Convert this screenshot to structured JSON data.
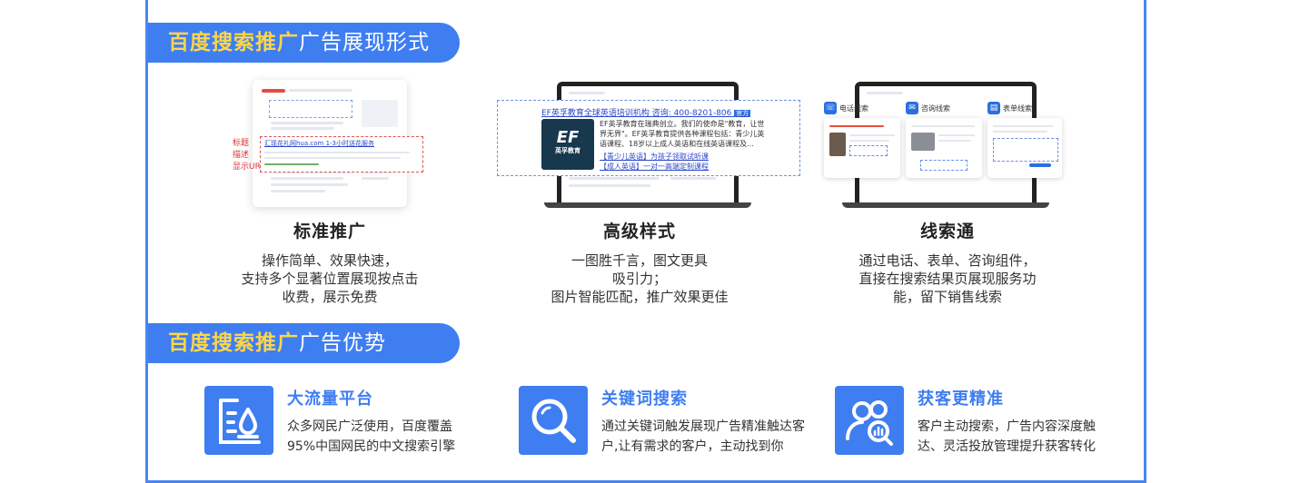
{
  "section1": {
    "highlight": "百度搜索推广",
    "rest": "广告展现形式"
  },
  "section2": {
    "highlight": "百度搜索推广",
    "rest": "广告优势"
  },
  "forms": [
    {
      "title": "标准推广",
      "lines": [
        "操作简单、效果快速，",
        "支持多个显著位置展现按点击",
        "收费，展示免费"
      ]
    },
    {
      "title": "高级样式",
      "lines": [
        "一图胜千言，图文更具",
        "吸引力；",
        "图片智能匹配，推广效果更佳"
      ]
    },
    {
      "title": "线索通",
      "lines": [
        "通过电话、表单、咨询组件，",
        "直接在搜索结果页展现服务功",
        "能，留下销售线索"
      ]
    }
  ],
  "mock1": {
    "label_title": "标题",
    "label_desc": "描述",
    "label_url": "显示URL",
    "ad_title": "汇现花礼网hua.com 1-3小时送花服务"
  },
  "mock2": {
    "ad_title": "EF英孚教育全球英语培训机构 咨询: 400-8201-806",
    "badge": "官方",
    "text": "EF英孚教育在瑞典创立。我们的使命是\"教育，让世界无界\"。EF英孚教育提供各种课程包括：青少儿英语课程、18岁以上成人英语和在线英语课程及...",
    "link1": "【青少儿英语】为孩子领取试听课",
    "link2": "【成人英语】一对一高端定制课程",
    "logo_line1": "EF",
    "logo_line2": "英孚教育"
  },
  "mock3": {
    "card1": "电话线索",
    "card2": "咨询线索",
    "card3": "表单线索"
  },
  "advantages": [
    {
      "title": "大流量平台",
      "lines": [
        "众多网民广泛使用，百度覆盖",
        "95%中国网民的中文搜索引擎"
      ]
    },
    {
      "title": "关键词搜索",
      "lines": [
        "通过关键词触发展现广告精准触达客",
        "户,让有需求的客户，主动找到你"
      ]
    },
    {
      "title": "获客更精准",
      "lines": [
        "客户主动搜索，广告内容深度触",
        "达、灵活投放管理提升获客转化"
      ]
    }
  ],
  "colors": {
    "accent": "#3f7ef0",
    "highlight": "#ffd54a"
  },
  "icons": [
    "traffic-platform-icon",
    "magnifier-icon",
    "users-target-icon",
    "phone-icon",
    "chat-icon",
    "form-icon"
  ]
}
